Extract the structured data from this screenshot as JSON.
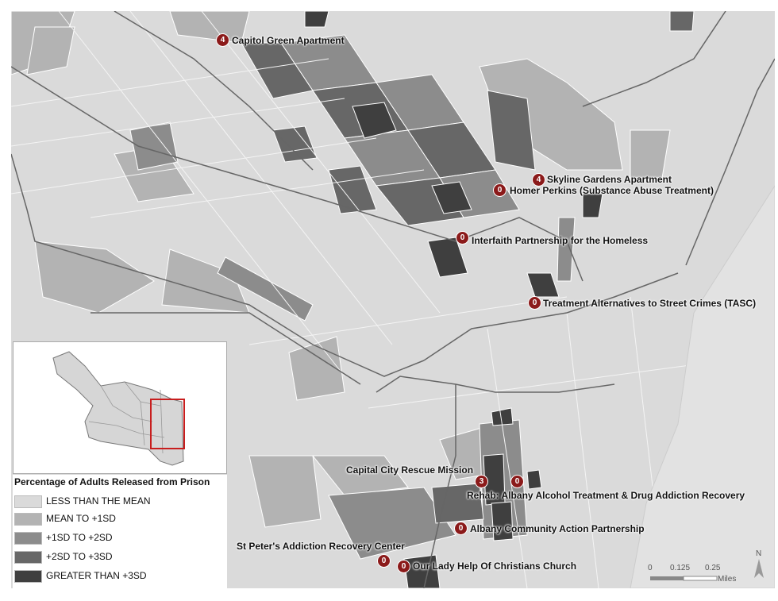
{
  "colors": {
    "less_than_mean": "#dadada",
    "mean_to_1sd": "#b3b3b3",
    "sd1_to_2": "#8c8c8c",
    "sd2_to_3": "#676767",
    "greater_3sd": "#3f3f3f",
    "marker": "#8b1a1a",
    "inset_frame": "#c81e1e"
  },
  "legend": {
    "title": "Percentage of Adults Released from Prison",
    "items": [
      {
        "label": "LESS THAN THE MEAN",
        "color": "#dadada"
      },
      {
        "label": "MEAN TO +1SD",
        "color": "#b3b3b3"
      },
      {
        "label": "+1SD TO +2SD",
        "color": "#8c8c8c"
      },
      {
        "label": "+2SD TO +3SD",
        "color": "#676767"
      },
      {
        "label": "GREATER THAN +3SD",
        "color": "#3f3f3f"
      }
    ]
  },
  "sites": [
    {
      "count": "4",
      "name": "Capitol Green Apartment"
    },
    {
      "count": "4",
      "name": "Skyline Gardens Apartment"
    },
    {
      "count": "0",
      "name": "Homer Perkins (Substance Abuse Treatment)"
    },
    {
      "count": "0",
      "name": "Interfaith Partnership for the Homeless"
    },
    {
      "count": "0",
      "name": "Treatment Alternatives to Street Crimes (TASC)"
    },
    {
      "count": "3",
      "name": "Capital City Rescue Mission"
    },
    {
      "count": "0",
      "name": "Rehab: Albany Alcohol Treatment & Drug Addiction Recovery"
    },
    {
      "count": "0",
      "name": "Albany Community Action Partnership"
    },
    {
      "count": "0",
      "name": "St Peter's Addiction Recovery Center"
    },
    {
      "count": "0",
      "name": "Our Lady Help Of Christians Church"
    }
  ],
  "scale": {
    "ticks": [
      "0",
      "0.125",
      "0.25"
    ],
    "unit": "Miles"
  },
  "north": "N"
}
